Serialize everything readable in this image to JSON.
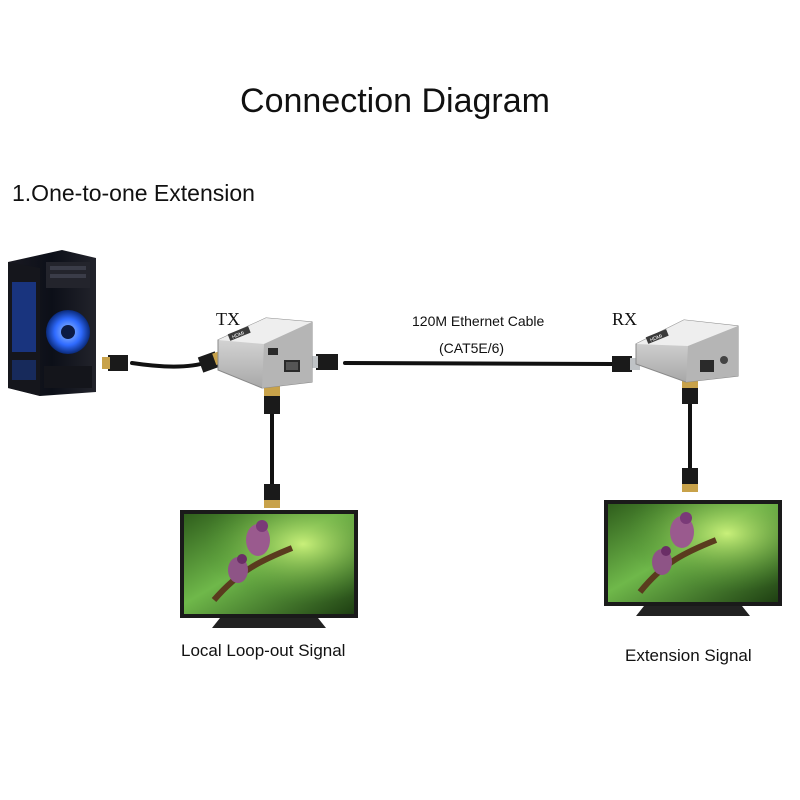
{
  "title": "Connection Diagram",
  "subtitle": "1.One-to-one Extension",
  "devices": {
    "tx_label": "TX",
    "rx_label": "RX",
    "hdmi_badge": "HDMI"
  },
  "cable": {
    "line1": "120M Ethernet Cable",
    "line2": "(CAT5E/6)"
  },
  "displays": {
    "local_caption": "Local Loop-out Signal",
    "extension_caption": "Extension Signal"
  },
  "colors": {
    "cable": "#111111",
    "connector_gold": "#c8a24a",
    "extender_body": "#c9c9c9",
    "pc_glow": "#2f6bff",
    "screen_green": "#5aa640"
  }
}
